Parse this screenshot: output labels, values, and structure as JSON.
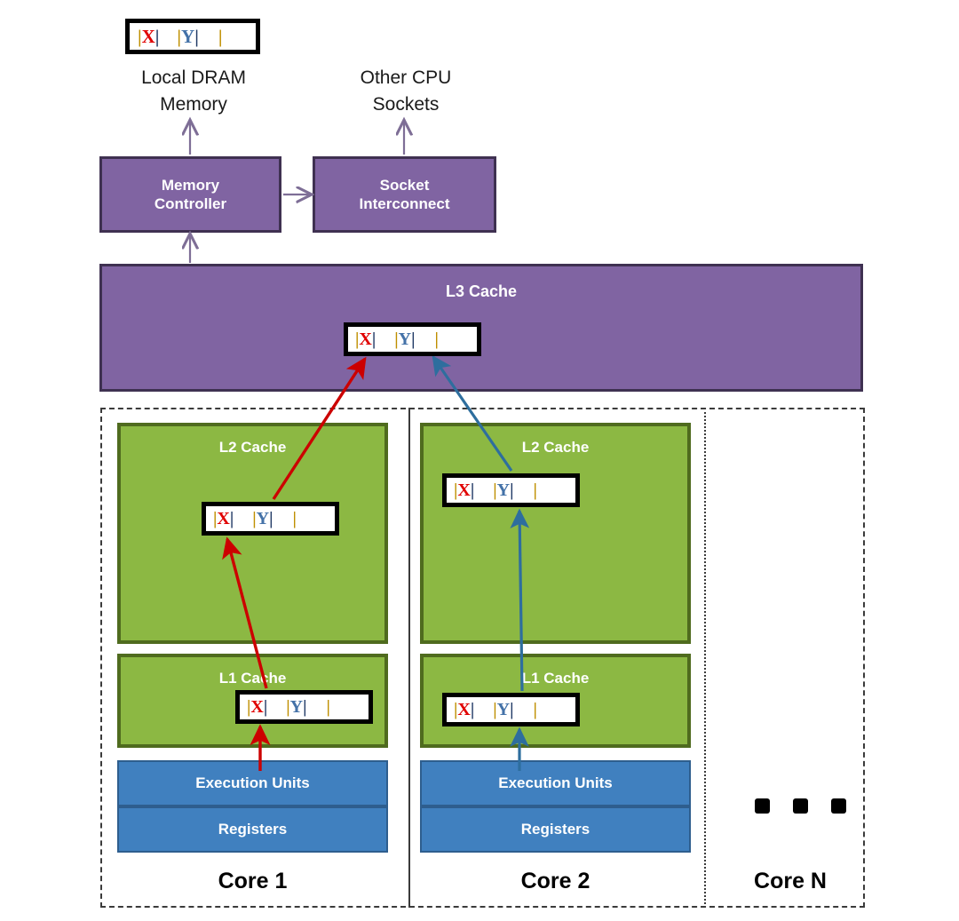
{
  "diagram": {
    "title": "CPU cache hierarchy with cache line sharing",
    "cache_line": {
      "pattern": "|X|  |Y|  |",
      "var_x": "X",
      "var_y": "Y",
      "bar": "|"
    },
    "colors": {
      "purple_fill": "#8064A2",
      "purple_border": "#3F3151",
      "green_fill": "#8CB843",
      "green_border": "#4F6B1E",
      "blue_fill": "#4080BF",
      "blue_border": "#2E5E8E",
      "arrow_red": "#CC0000",
      "arrow_blue": "#2E6E9E",
      "arrow_gray_purple": "#7E6E96",
      "frame": "#3B3B3B",
      "var_x": "#E00000",
      "var_y": "#4472A8"
    },
    "labels": {
      "local_dram_memory": "Local DRAM\nMemory",
      "local_dram_memory_line1": "Local DRAM",
      "local_dram_memory_line2": "Memory",
      "other_cpu_sockets_line1": "Other CPU",
      "other_cpu_sockets_line2": "Sockets",
      "memory_controller_line1": "Memory",
      "memory_controller_line2": "Controller",
      "socket_interconnect_line1": "Socket",
      "socket_interconnect_line2": "Interconnect",
      "l3_cache": "L3 Cache",
      "l2_cache": "L2 Cache",
      "l1_cache": "L1 Cache",
      "execution_units": "Execution Units",
      "registers": "Registers",
      "core_1": "Core 1",
      "core_2": "Core 2",
      "core_n": "Core N"
    },
    "cores": [
      {
        "name": "Core 1",
        "l2_cache": "L2 Cache",
        "l1_cache": "L1 Cache",
        "execution_units": "Execution Units",
        "registers": "Registers",
        "highlight": "X",
        "highlight_color": "#CC0000"
      },
      {
        "name": "Core 2",
        "l2_cache": "L2 Cache",
        "l1_cache": "L1 Cache",
        "execution_units": "Execution Units",
        "registers": "Registers",
        "highlight": "Y",
        "highlight_color": "#2E6E9E"
      },
      {
        "name": "Core N",
        "ellipsis": "• • •"
      }
    ]
  }
}
